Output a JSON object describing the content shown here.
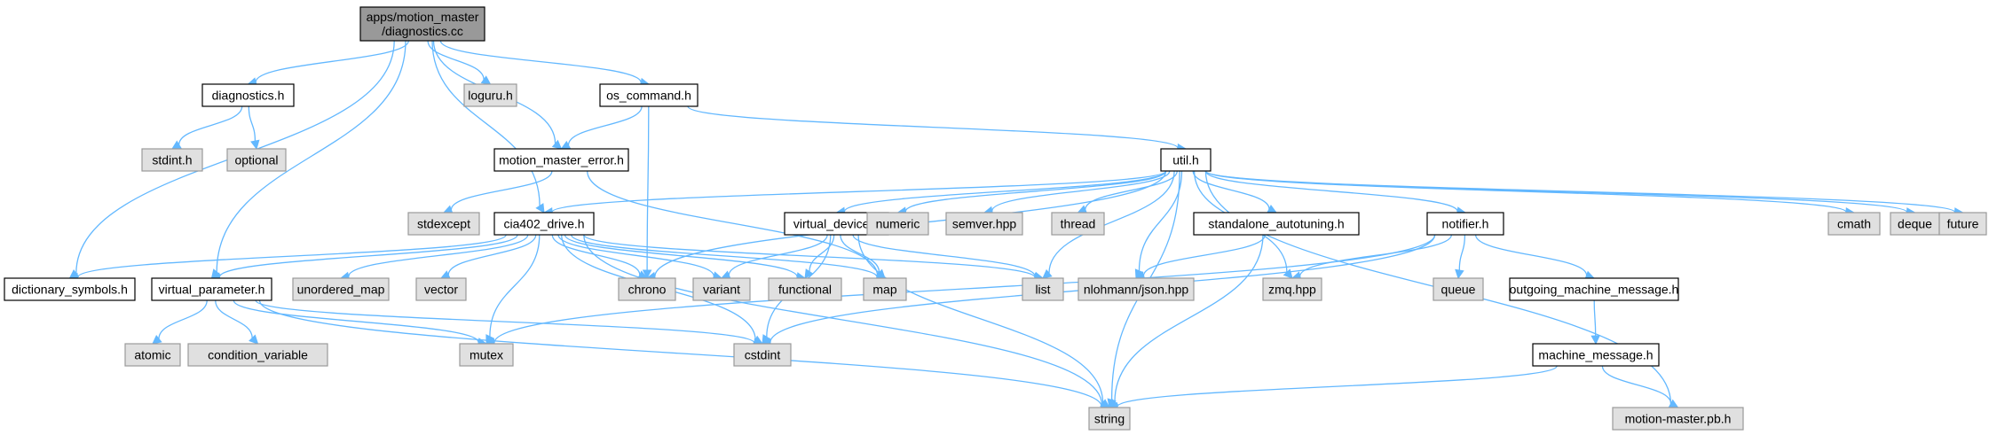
{
  "colors": {
    "root_fill": "#999999",
    "file_fill": "#ffffff",
    "file_stroke": "#000000",
    "system_fill": "#e0e0e0",
    "system_stroke": "#999999",
    "edge": "#63b8ff"
  },
  "nodes": [
    {
      "id": "root",
      "kind": "root",
      "lines": [
        "apps/motion_master",
        "/diagnostics.cc"
      ]
    },
    {
      "id": "diagnostics_h",
      "kind": "file",
      "lines": [
        "diagnostics.h"
      ]
    },
    {
      "id": "loguru_h",
      "kind": "system",
      "lines": [
        "loguru.h"
      ]
    },
    {
      "id": "os_command_h",
      "kind": "file",
      "lines": [
        "os_command.h"
      ]
    },
    {
      "id": "stdint_h",
      "kind": "system",
      "lines": [
        "stdint.h"
      ]
    },
    {
      "id": "optional",
      "kind": "system",
      "lines": [
        "optional"
      ]
    },
    {
      "id": "motion_master_error_h",
      "kind": "file",
      "lines": [
        "motion_master_error.h"
      ]
    },
    {
      "id": "util_h",
      "kind": "file",
      "lines": [
        "util.h"
      ]
    },
    {
      "id": "stdexcept",
      "kind": "system",
      "lines": [
        "stdexcept"
      ]
    },
    {
      "id": "cia402_drive_h",
      "kind": "file",
      "lines": [
        "cia402_drive.h"
      ]
    },
    {
      "id": "virtual_device_h",
      "kind": "file",
      "lines": [
        "virtual_device.h"
      ]
    },
    {
      "id": "numeric",
      "kind": "system",
      "lines": [
        "numeric"
      ]
    },
    {
      "id": "semver_hpp",
      "kind": "system",
      "lines": [
        "semver.hpp"
      ]
    },
    {
      "id": "thread",
      "kind": "system",
      "lines": [
        "thread"
      ]
    },
    {
      "id": "standalone_autotuning_h",
      "kind": "file",
      "lines": [
        "standalone_autotuning.h"
      ]
    },
    {
      "id": "notifier_h",
      "kind": "file",
      "lines": [
        "notifier.h"
      ]
    },
    {
      "id": "cmath",
      "kind": "system",
      "lines": [
        "cmath"
      ]
    },
    {
      "id": "deque",
      "kind": "system",
      "lines": [
        "deque"
      ]
    },
    {
      "id": "future",
      "kind": "system",
      "lines": [
        "future"
      ]
    },
    {
      "id": "dictionary_symbols_h",
      "kind": "file",
      "lines": [
        "dictionary_symbols.h"
      ]
    },
    {
      "id": "virtual_parameter_h",
      "kind": "file",
      "lines": [
        "virtual_parameter.h"
      ]
    },
    {
      "id": "unordered_map",
      "kind": "system",
      "lines": [
        "unordered_map"
      ]
    },
    {
      "id": "vector",
      "kind": "system",
      "lines": [
        "vector"
      ]
    },
    {
      "id": "chrono",
      "kind": "system",
      "lines": [
        "chrono"
      ]
    },
    {
      "id": "variant",
      "kind": "system",
      "lines": [
        "variant"
      ]
    },
    {
      "id": "functional",
      "kind": "system",
      "lines": [
        "functional"
      ]
    },
    {
      "id": "map",
      "kind": "system",
      "lines": [
        "map"
      ]
    },
    {
      "id": "list",
      "kind": "system",
      "lines": [
        "list"
      ]
    },
    {
      "id": "nlohmann_json_hpp",
      "kind": "system",
      "lines": [
        "nlohmann/json.hpp"
      ]
    },
    {
      "id": "zmq_hpp",
      "kind": "system",
      "lines": [
        "zmq.hpp"
      ]
    },
    {
      "id": "queue",
      "kind": "system",
      "lines": [
        "queue"
      ]
    },
    {
      "id": "outgoing_machine_message_h",
      "kind": "file",
      "lines": [
        "outgoing_machine_message.h"
      ]
    },
    {
      "id": "atomic",
      "kind": "system",
      "lines": [
        "atomic"
      ]
    },
    {
      "id": "condition_variable",
      "kind": "system",
      "lines": [
        "condition_variable"
      ]
    },
    {
      "id": "mutex",
      "kind": "system",
      "lines": [
        "mutex"
      ]
    },
    {
      "id": "cstdint",
      "kind": "system",
      "lines": [
        "cstdint"
      ]
    },
    {
      "id": "machine_message_h",
      "kind": "file",
      "lines": [
        "machine_message.h"
      ]
    },
    {
      "id": "string",
      "kind": "system",
      "lines": [
        "string"
      ]
    },
    {
      "id": "motion_master_pb_h",
      "kind": "system",
      "lines": [
        "motion-master.pb.h"
      ]
    }
  ],
  "edges": [
    [
      "root",
      "diagnostics_h"
    ],
    [
      "root",
      "loguru_h"
    ],
    [
      "root",
      "os_command_h"
    ],
    [
      "root",
      "motion_master_error_h"
    ],
    [
      "root",
      "cia402_drive_h"
    ],
    [
      "root",
      "dictionary_symbols_h"
    ],
    [
      "root",
      "virtual_parameter_h"
    ],
    [
      "diagnostics_h",
      "stdint_h"
    ],
    [
      "diagnostics_h",
      "optional"
    ],
    [
      "os_command_h",
      "motion_master_error_h"
    ],
    [
      "os_command_h",
      "util_h"
    ],
    [
      "os_command_h",
      "chrono"
    ],
    [
      "motion_master_error_h",
      "stdexcept"
    ],
    [
      "motion_master_error_h",
      "map"
    ],
    [
      "util_h",
      "cia402_drive_h"
    ],
    [
      "util_h",
      "virtual_device_h"
    ],
    [
      "util_h",
      "numeric"
    ],
    [
      "util_h",
      "semver_hpp"
    ],
    [
      "util_h",
      "thread"
    ],
    [
      "util_h",
      "standalone_autotuning_h"
    ],
    [
      "util_h",
      "notifier_h"
    ],
    [
      "util_h",
      "cmath"
    ],
    [
      "util_h",
      "deque"
    ],
    [
      "util_h",
      "future"
    ],
    [
      "util_h",
      "chrono"
    ],
    [
      "util_h",
      "list"
    ],
    [
      "util_h",
      "nlohmann_json_hpp"
    ],
    [
      "util_h",
      "zmq_hpp"
    ],
    [
      "util_h",
      "string"
    ],
    [
      "util_h",
      "motion_master_pb_h"
    ],
    [
      "cia402_drive_h",
      "dictionary_symbols_h"
    ],
    [
      "cia402_drive_h",
      "virtual_parameter_h"
    ],
    [
      "cia402_drive_h",
      "unordered_map"
    ],
    [
      "cia402_drive_h",
      "vector"
    ],
    [
      "cia402_drive_h",
      "chrono"
    ],
    [
      "cia402_drive_h",
      "variant"
    ],
    [
      "cia402_drive_h",
      "functional"
    ],
    [
      "cia402_drive_h",
      "map"
    ],
    [
      "cia402_drive_h",
      "list"
    ],
    [
      "cia402_drive_h",
      "mutex"
    ],
    [
      "cia402_drive_h",
      "cstdint"
    ],
    [
      "cia402_drive_h",
      "string"
    ],
    [
      "virtual_device_h",
      "variant"
    ],
    [
      "virtual_device_h",
      "functional"
    ],
    [
      "virtual_device_h",
      "map"
    ],
    [
      "virtual_device_h",
      "list"
    ],
    [
      "virtual_device_h",
      "cstdint"
    ],
    [
      "virtual_device_h",
      "string"
    ],
    [
      "standalone_autotuning_h",
      "nlohmann_json_hpp"
    ],
    [
      "standalone_autotuning_h",
      "string"
    ],
    [
      "notifier_h",
      "zmq_hpp"
    ],
    [
      "notifier_h",
      "queue"
    ],
    [
      "notifier_h",
      "outgoing_machine_message_h"
    ],
    [
      "notifier_h",
      "mutex"
    ],
    [
      "notifier_h",
      "cstdint"
    ],
    [
      "virtual_parameter_h",
      "atomic"
    ],
    [
      "virtual_parameter_h",
      "condition_variable"
    ],
    [
      "virtual_parameter_h",
      "mutex"
    ],
    [
      "virtual_parameter_h",
      "cstdint"
    ],
    [
      "virtual_parameter_h",
      "string"
    ],
    [
      "outgoing_machine_message_h",
      "machine_message_h"
    ],
    [
      "machine_message_h",
      "string"
    ],
    [
      "machine_message_h",
      "motion_master_pb_h"
    ]
  ]
}
